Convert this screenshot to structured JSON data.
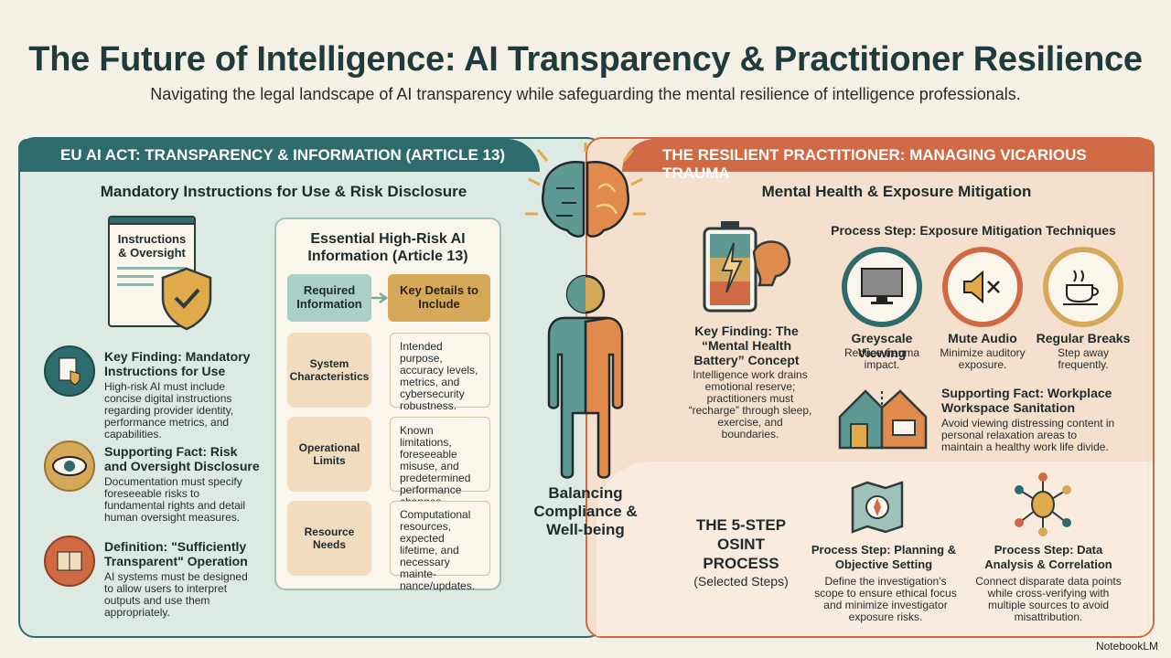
{
  "title": "The Future of Intelligence: AI Transparency & Practitioner Resilience",
  "subtitle": "Navigating the legal landscape of AI transparency while safeguarding the mental resilience of intelligence professionals.",
  "left": {
    "banner": "EU AI ACT: TRANSPARENCY & INFORMATION (ARTICLE 13)",
    "heading": "Mandatory Instructions for Use & Risk Disclosure",
    "doc_label": "Instructions & Oversight",
    "items": [
      {
        "title": "Key Finding: Mandatory Instructions for Use",
        "text": "High-risk AI must include concise digital instructions regarding provider identity, performance metrics, and capabilities."
      },
      {
        "title": "Supporting Fact: Risk and Oversight Disclosure",
        "text": "Documentation must specify foreseeable risks to fundamental rights and detail human oversight measures."
      },
      {
        "title": "Definition: \"Sufficiently Transparent\" Operation",
        "text": "AI systems must be designed to allow users to interpret outputs and use them appropriately."
      }
    ],
    "card": {
      "title": "Essential High-Risk AI Information (Article 13)",
      "col1": "Required Information",
      "col2": "Key Details to Include",
      "rows": [
        {
          "label": "System Characteristics",
          "detail": "Intended purpose, accuracy levels, metrics, and cybersecurity robustness."
        },
        {
          "label": "Operational Limits",
          "detail": "Known limitations, foreseeable misuse, and predetermined performance changes."
        },
        {
          "label": "Resource Needs",
          "detail": "Computational resources, expected lifetime, and necessary mainte-nance/updates."
        }
      ]
    }
  },
  "center": {
    "text": "Balancing Compliance & Well-being"
  },
  "right": {
    "banner": "THE RESILIENT PRACTITIONER: MANAGING VICARIOUS TRAUMA",
    "heading": "Mental Health & Exposure Mitigation",
    "battery_title": "Key Finding: The “Mental Health Battery” Concept",
    "battery_text": "Intelligence work drains emotional reserve; practitioners must “recharge” through sleep, exercise, and boundaries.",
    "process_title": "Process Step: Exposure Mitigation Techniques",
    "techniques": [
      {
        "title": "Greyscale Viewing",
        "text": "Reduce trauma impact."
      },
      {
        "title": "Mute Audio",
        "text": "Minimize auditory exposure."
      },
      {
        "title": "Regular Breaks",
        "text": "Step away frequently."
      }
    ],
    "workspace_title": "Supporting Fact: Workplace Workspace Sanitation",
    "workspace_text": "Avoid viewing distressing content in personal relaxation areas to maintain a healthy work life divide.",
    "osint_title": "THE 5-STEP OSINT PROCESS",
    "osint_sub": "(Selected Steps)",
    "steps": [
      {
        "title": "Process Step: Planning & Objective Setting",
        "text": "Define the investigation's scope to ensure ethical focus and minimize investigator exposure risks."
      },
      {
        "title": "Process Step: Data Analysis & Correlation",
        "text": "Connect disparate data points while cross-verifying with multiple sources to avoid misattribution."
      }
    ]
  },
  "footer": "NotebookLM",
  "colors": {
    "teal": "#2e6b6c",
    "orange": "#cf6a44",
    "gold": "#d6a85a"
  }
}
